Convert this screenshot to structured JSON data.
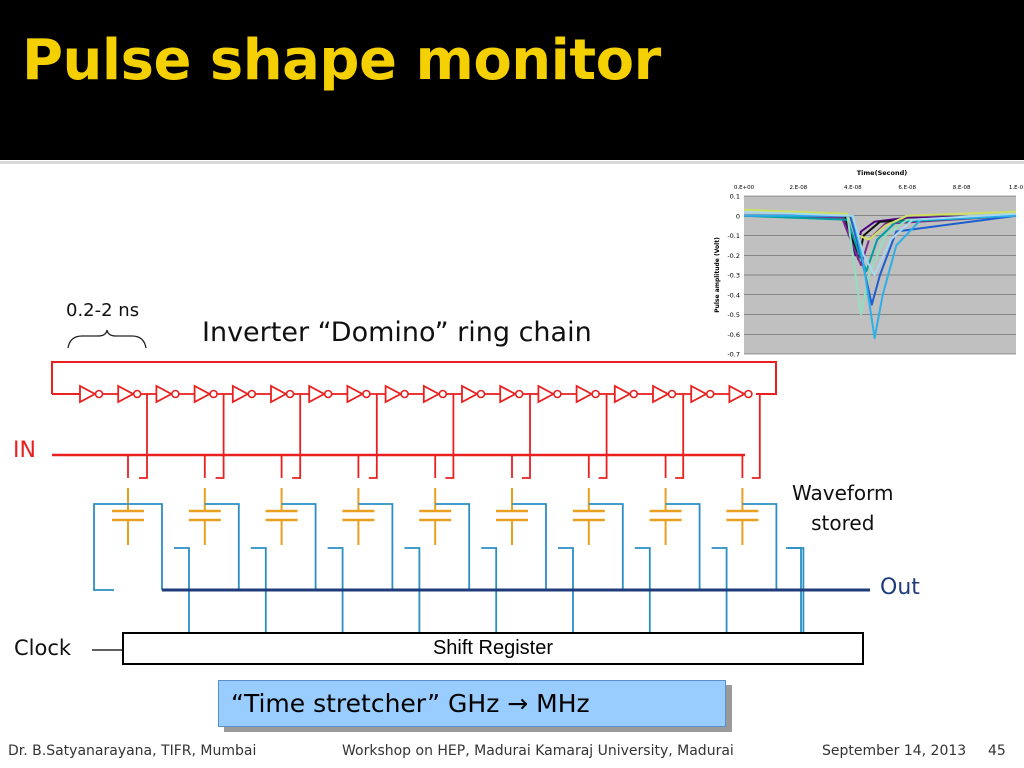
{
  "slide": {
    "title": "Pulse shape monitor",
    "chain_label": "Inverter “Domino” ring chain",
    "timing_label": "0.2-2 ns",
    "in_label": "IN",
    "waveform_label_1": "Waveform",
    "waveform_label_2": "stored",
    "out_label": "Out",
    "clock_label": "Clock",
    "shift_register_label": "Shift Register",
    "stretcher_text": "“Time stretcher” GHz → MHz"
  },
  "footer": {
    "author": "Dr. B.Satyanarayana, TIFR, Mumbai",
    "workshop": "Workshop on HEP, Madurai Kamaraj University, Madurai",
    "date": "September 14, 2013",
    "page": "45"
  },
  "colors": {
    "title": "#f5d000",
    "inverter_chain": "#e82020",
    "capacitor": "#e8a020",
    "switch_lines": "#2a8fc4",
    "out_bus": "#1f3b7a",
    "stretcher_box": "#99ccff"
  },
  "diagram": {
    "inverter_count": 18,
    "cell_count": 9
  },
  "chart_data": {
    "type": "line",
    "title": "Time(Second)",
    "ylabel": "Pulse amplitude (Volt)",
    "x_tick_labels": [
      "0.E+00",
      "2.E-08",
      "4.E-08",
      "6.E-08",
      "8.E-08",
      "1.E-0"
    ],
    "y_tick_labels": [
      "0.1",
      "0",
      "-0.1",
      "-0.2",
      "-0.3",
      "-0.4",
      "-0.5",
      "-0.6",
      "-0.7"
    ],
    "xlim": [
      0,
      1e-07
    ],
    "ylim": [
      -0.7,
      0.1
    ],
    "grid": true,
    "series": [
      {
        "color": "#4b0082",
        "points": [
          [
            0,
            0.0
          ],
          [
            3.6e-08,
            0.0
          ],
          [
            3.9e-08,
            -0.1
          ],
          [
            4.1e-08,
            -0.2
          ],
          [
            4.3e-08,
            -0.08
          ],
          [
            4.8e-08,
            -0.03
          ],
          [
            6e-08,
            -0.01
          ],
          [
            1e-07,
            0.0
          ]
        ]
      },
      {
        "color": "#111111",
        "points": [
          [
            0,
            0.0
          ],
          [
            3.7e-08,
            0.0
          ],
          [
            4e-08,
            -0.12
          ],
          [
            4.2e-08,
            -0.22
          ],
          [
            4.4e-08,
            -0.1
          ],
          [
            5e-08,
            -0.03
          ],
          [
            1e-07,
            0.0
          ]
        ]
      },
      {
        "color": "#7b2d8e",
        "points": [
          [
            0,
            0.0
          ],
          [
            3.6e-08,
            -0.01
          ],
          [
            4e-08,
            -0.15
          ],
          [
            4.3e-08,
            -0.25
          ],
          [
            4.6e-08,
            -0.12
          ],
          [
            5.2e-08,
            -0.04
          ],
          [
            1e-07,
            0.0
          ]
        ]
      },
      {
        "color": "#00a0a0",
        "points": [
          [
            0,
            0.0
          ],
          [
            3.8e-08,
            -0.02
          ],
          [
            4.2e-08,
            -0.18
          ],
          [
            4.5e-08,
            -0.28
          ],
          [
            4.9e-08,
            -0.12
          ],
          [
            5.6e-08,
            -0.03
          ],
          [
            1e-07,
            0.0
          ]
        ]
      },
      {
        "color": "#90e0c0",
        "points": [
          [
            0,
            0.02
          ],
          [
            3.8e-08,
            0.0
          ],
          [
            4.1e-08,
            -0.3
          ],
          [
            4.3e-08,
            -0.5
          ],
          [
            4.6e-08,
            -0.3
          ],
          [
            5.2e-08,
            -0.1
          ],
          [
            6e-08,
            -0.02
          ],
          [
            1e-07,
            0.0
          ]
        ]
      },
      {
        "color": "#d0e060",
        "points": [
          [
            0,
            0.03
          ],
          [
            3.8e-08,
            0.01
          ],
          [
            4.2e-08,
            -0.1
          ],
          [
            4.6e-08,
            -0.12
          ],
          [
            5.2e-08,
            -0.05
          ],
          [
            6e-08,
            0.0
          ],
          [
            1e-07,
            0.02
          ]
        ]
      },
      {
        "color": "#1e5fd0",
        "points": [
          [
            0,
            0.0
          ],
          [
            3.9e-08,
            0.0
          ],
          [
            4.3e-08,
            -0.2
          ],
          [
            4.7e-08,
            -0.45
          ],
          [
            5e-08,
            -0.3
          ],
          [
            5.6e-08,
            -0.08
          ],
          [
            1e-07,
            0.0
          ]
        ]
      },
      {
        "color": "#2bb0e8",
        "points": [
          [
            0,
            0.0
          ],
          [
            4e-08,
            0.0
          ],
          [
            4.4e-08,
            -0.25
          ],
          [
            4.8e-08,
            -0.62
          ],
          [
            5.1e-08,
            -0.4
          ],
          [
            5.6e-08,
            -0.15
          ],
          [
            6.5e-08,
            -0.02
          ],
          [
            1e-07,
            0.0
          ]
        ]
      },
      {
        "color": "#a8d8f0",
        "points": [
          [
            0,
            0.02
          ],
          [
            4e-08,
            0.0
          ],
          [
            4.4e-08,
            -0.2
          ],
          [
            4.8e-08,
            -0.3
          ],
          [
            5.4e-08,
            -0.12
          ],
          [
            6.2e-08,
            -0.02
          ],
          [
            1e-07,
            0.01
          ]
        ]
      }
    ]
  }
}
